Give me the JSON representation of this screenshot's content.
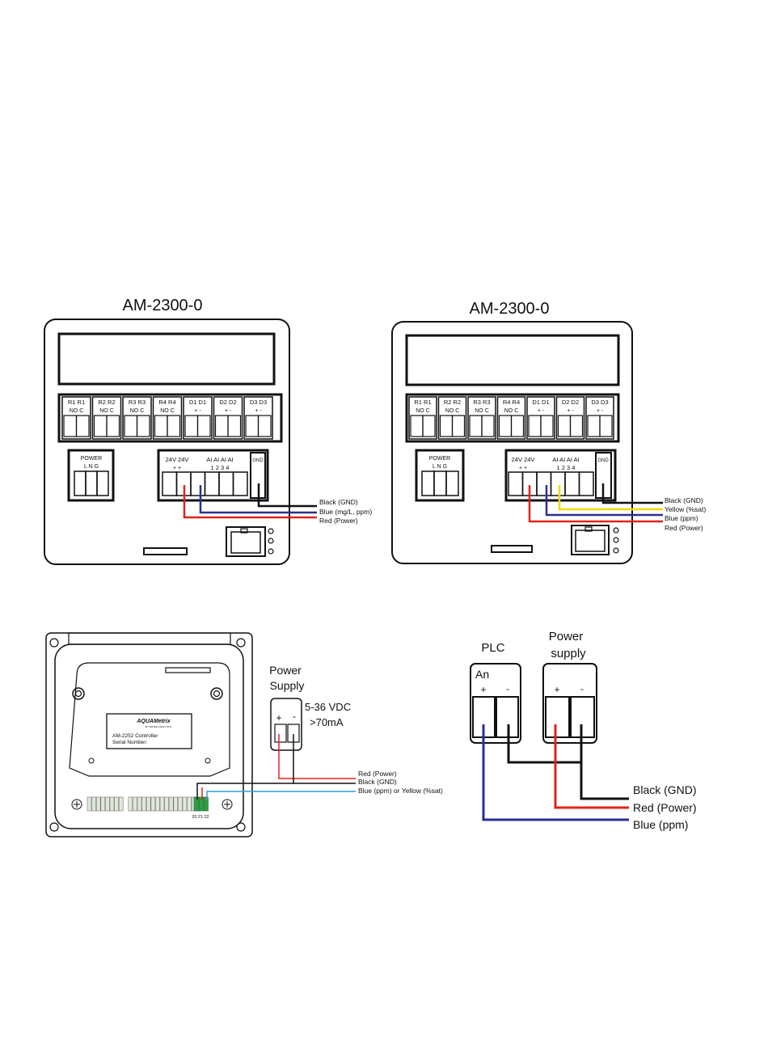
{
  "colors": {
    "black_wire": "#111111",
    "red_wire": "#e2231a",
    "blue_wire": "#2b2f8f",
    "yellow_wire": "#f5d800",
    "light_blue_wire": "#3a9ad9",
    "terminal_green": "#2f9e44",
    "panel_gray": "#e6e6e6"
  },
  "diagram1": {
    "title": "AM-2300-0",
    "relays": [
      {
        "top": "R1 R1",
        "bottom": "NO  C"
      },
      {
        "top": "R2 R2",
        "bottom": "NO  C"
      },
      {
        "top": "R3 R3",
        "bottom": "NO  C"
      },
      {
        "top": "R4 R4",
        "bottom": "NO  C"
      },
      {
        "top": "D1 D1",
        "bottom": "+    -"
      },
      {
        "top": "D2 D2",
        "bottom": "+    -"
      },
      {
        "top": "D3 D3",
        "bottom": "+    -"
      }
    ],
    "power": {
      "title": "POWER",
      "pins": "L   N   G"
    },
    "io": {
      "v24": "24V 24V",
      "v24_pins": "+    +",
      "ai": "AI   AI   AI   AI",
      "ai_pins": "1    2    3    4",
      "gnd": "GND"
    },
    "wires": [
      "Black (GND)",
      "Blue (mg/L, ppm)",
      "Red (Power)"
    ]
  },
  "diagram2": {
    "title": "AM-2300-0",
    "relays": [
      {
        "top": "R1 R1",
        "bottom": "NO  C"
      },
      {
        "top": "R2 R2",
        "bottom": "NO  C"
      },
      {
        "top": "R3 R3",
        "bottom": "NO  C"
      },
      {
        "top": "R4 R4",
        "bottom": "NO  C"
      },
      {
        "top": "D1 D1",
        "bottom": "+    -"
      },
      {
        "top": "D2 D2",
        "bottom": "+    -"
      },
      {
        "top": "D3 D3",
        "bottom": "+    -"
      }
    ],
    "power": {
      "title": "POWER",
      "pins": "L   N   G"
    },
    "io": {
      "v24": "24V 24V",
      "v24_pins": "+    +",
      "ai": "AI   AI   AI   AI",
      "ai_pins": "1    2    3    4",
      "gnd": "GND"
    },
    "wires": [
      "Black (GND)",
      "Yellow (%sat)",
      "Blue (ppm)",
      "Red (Power)"
    ]
  },
  "diagram3": {
    "brand": "AQUAMetrix",
    "brand_sub": "BY WATER ANALYTICS",
    "label_line1": "AM-2252 Controller",
    "label_line2": "Serial Number:",
    "terminal_numbers": "20 21 22",
    "supply_title_1": "Power",
    "supply_title_2": "Supply",
    "supply_plus": "+",
    "supply_minus": "-",
    "supply_spec_1": "5-36 VDC",
    "supply_spec_2": ">70mA",
    "wires": [
      "Red (Power)",
      "Black (GND)",
      "Blue (ppm) or Yellow (%sat)"
    ]
  },
  "diagram4": {
    "plc_title": "PLC",
    "plc_label": "An",
    "plc_plus": "+",
    "plc_minus": "-",
    "ps_title_1": "Power",
    "ps_title_2": "supply",
    "ps_plus": "+",
    "ps_minus": "-",
    "wires": [
      "Black (GND)",
      "Red (Power)",
      "Blue (ppm)"
    ]
  }
}
